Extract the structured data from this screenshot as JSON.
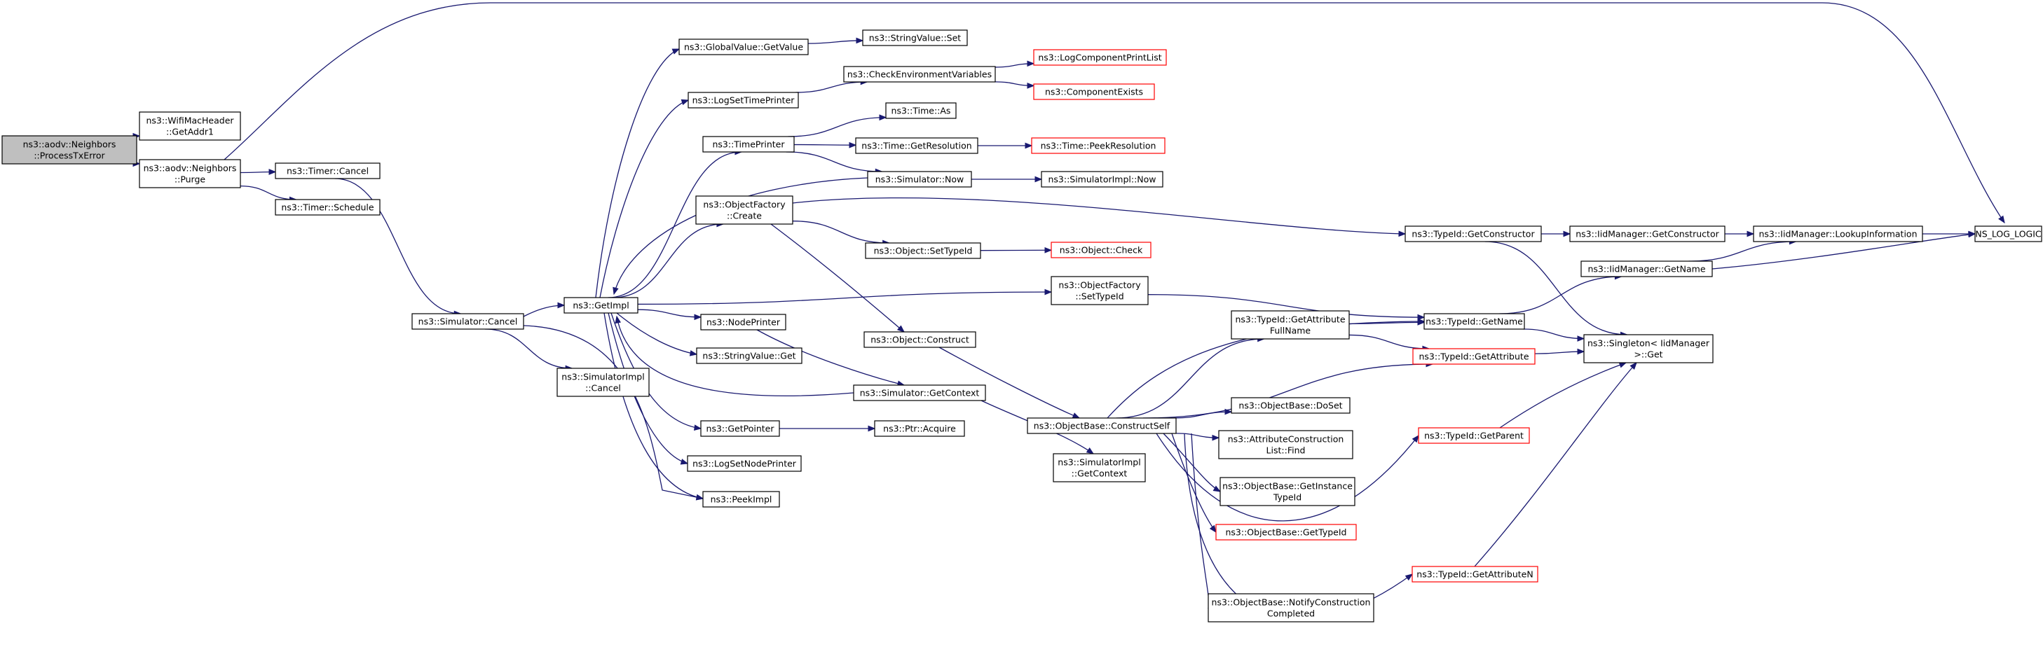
{
  "title": "ns3::aodv::Neighbors::ProcessTxError",
  "colors": {
    "edge": "#191970",
    "node_border": "#000000",
    "incomplete_border": "#ff0000",
    "root_fill": "#bfbfbf",
    "node_fill": "#ffffff"
  },
  "nodes": [
    {
      "id": "process",
      "lines": [
        "ns3::aodv::Neighbors",
        "::ProcessTxError"
      ],
      "style": "root"
    },
    {
      "id": "getaddr1",
      "lines": [
        "ns3::WifiMacHeader",
        "::GetAddr1"
      ],
      "style": "normal"
    },
    {
      "id": "purge",
      "lines": [
        "ns3::aodv::Neighbors",
        "::Purge"
      ],
      "style": "normal"
    },
    {
      "id": "timercancel",
      "lines": [
        "ns3::Timer::Cancel"
      ],
      "style": "normal"
    },
    {
      "id": "timerschedule",
      "lines": [
        "ns3::Timer::Schedule"
      ],
      "style": "normal"
    },
    {
      "id": "simcancel",
      "lines": [
        "ns3::Simulator::Cancel"
      ],
      "style": "normal"
    },
    {
      "id": "simimplcancel",
      "lines": [
        "ns3::SimulatorImpl",
        "::Cancel"
      ],
      "style": "normal"
    },
    {
      "id": "getimpl",
      "lines": [
        "ns3::GetImpl"
      ],
      "style": "normal"
    },
    {
      "id": "globalvalue",
      "lines": [
        "ns3::GlobalValue::GetValue"
      ],
      "style": "normal"
    },
    {
      "id": "strvalset",
      "lines": [
        "ns3::StringValue::Set"
      ],
      "style": "normal"
    },
    {
      "id": "logsettime",
      "lines": [
        "ns3::LogSetTimePrinter"
      ],
      "style": "normal"
    },
    {
      "id": "checkenv",
      "lines": [
        "ns3::CheckEnvironmentVariables"
      ],
      "style": "normal"
    },
    {
      "id": "logcomplist",
      "lines": [
        "ns3::LogComponentPrintList"
      ],
      "style": "red"
    },
    {
      "id": "compexists",
      "lines": [
        "ns3::ComponentExists"
      ],
      "style": "red"
    },
    {
      "id": "timeprinter",
      "lines": [
        "ns3::TimePrinter"
      ],
      "style": "normal"
    },
    {
      "id": "timeas",
      "lines": [
        "ns3::Time::As"
      ],
      "style": "normal"
    },
    {
      "id": "timegetres",
      "lines": [
        "ns3::Time::GetResolution"
      ],
      "style": "normal"
    },
    {
      "id": "timepeekres",
      "lines": [
        "ns3::Time::PeekResolution"
      ],
      "style": "red"
    },
    {
      "id": "simnow",
      "lines": [
        "ns3::Simulator::Now"
      ],
      "style": "normal"
    },
    {
      "id": "simimplnow",
      "lines": [
        "ns3::SimulatorImpl::Now"
      ],
      "style": "normal"
    },
    {
      "id": "objfactcreate",
      "lines": [
        "ns3::ObjectFactory",
        "::Create"
      ],
      "style": "normal"
    },
    {
      "id": "objsettypeid",
      "lines": [
        "ns3::Object::SetTypeId"
      ],
      "style": "normal"
    },
    {
      "id": "objcheck",
      "lines": [
        "ns3::Object::Check"
      ],
      "style": "red"
    },
    {
      "id": "typeidgetctor",
      "lines": [
        "ns3::TypeId::GetConstructor"
      ],
      "style": "normal"
    },
    {
      "id": "iidgetctor",
      "lines": [
        "ns3::IidManager::GetConstructor"
      ],
      "style": "normal"
    },
    {
      "id": "iidlookup",
      "lines": [
        "ns3::IidManager::LookupInformation"
      ],
      "style": "normal"
    },
    {
      "id": "nslog",
      "lines": [
        "NS_LOG_LOGIC"
      ],
      "style": "normal"
    },
    {
      "id": "objfactsettypeid",
      "lines": [
        "ns3::ObjectFactory",
        "::SetTypeId"
      ],
      "style": "normal"
    },
    {
      "id": "typeidgetname",
      "lines": [
        "ns3::TypeId::GetName"
      ],
      "style": "normal"
    },
    {
      "id": "iidgetname",
      "lines": [
        "ns3::IidManager::GetName"
      ],
      "style": "normal"
    },
    {
      "id": "nodeprinter",
      "lines": [
        "ns3::NodePrinter"
      ],
      "style": "normal"
    },
    {
      "id": "strvalget",
      "lines": [
        "ns3::StringValue::Get"
      ],
      "style": "normal"
    },
    {
      "id": "objconstruct",
      "lines": [
        "ns3::Object::Construct"
      ],
      "style": "normal"
    },
    {
      "id": "typeidgetattrfull",
      "lines": [
        "ns3::TypeId::GetAttribute",
        "FullName"
      ],
      "style": "normal"
    },
    {
      "id": "typeidgetattr",
      "lines": [
        "ns3::TypeId::GetAttribute"
      ],
      "style": "red"
    },
    {
      "id": "singleton",
      "lines": [
        "ns3::Singleton< IidManager",
        ">::Get"
      ],
      "style": "normal"
    },
    {
      "id": "simgetctx",
      "lines": [
        "ns3::Simulator::GetContext"
      ],
      "style": "normal"
    },
    {
      "id": "objbasedoset",
      "lines": [
        "ns3::ObjectBase::DoSet"
      ],
      "style": "normal"
    },
    {
      "id": "getpointer",
      "lines": [
        "ns3::GetPointer"
      ],
      "style": "normal"
    },
    {
      "id": "ptracquire",
      "lines": [
        "ns3::Ptr::Acquire"
      ],
      "style": "normal"
    },
    {
      "id": "objbaseconstructself",
      "lines": [
        "ns3::ObjectBase::ConstructSelf"
      ],
      "style": "normal"
    },
    {
      "id": "typeidgetparent",
      "lines": [
        "ns3::TypeId::GetParent"
      ],
      "style": "red"
    },
    {
      "id": "attrconstructfind",
      "lines": [
        "ns3::AttributeConstruction",
        "List::Find"
      ],
      "style": "normal"
    },
    {
      "id": "simimplgetctx",
      "lines": [
        "ns3::SimulatorImpl",
        "::GetContext"
      ],
      "style": "normal"
    },
    {
      "id": "logsetnode",
      "lines": [
        "ns3::LogSetNodePrinter"
      ],
      "style": "normal"
    },
    {
      "id": "objbasegetinst",
      "lines": [
        "ns3::ObjectBase::GetInstance",
        "TypeId"
      ],
      "style": "normal"
    },
    {
      "id": "peekimpl",
      "lines": [
        "ns3::PeekImpl"
      ],
      "style": "normal"
    },
    {
      "id": "objbasegettypeid",
      "lines": [
        "ns3::ObjectBase::GetTypeId"
      ],
      "style": "red"
    },
    {
      "id": "typeidgetattrn",
      "lines": [
        "ns3::TypeId::GetAttributeN"
      ],
      "style": "red"
    },
    {
      "id": "objbasenotify",
      "lines": [
        "ns3::ObjectBase::NotifyConstruction",
        "Completed"
      ],
      "style": "normal"
    }
  ],
  "edges": [
    [
      "process",
      "getaddr1"
    ],
    [
      "process",
      "purge"
    ],
    [
      "purge",
      "nslog"
    ],
    [
      "purge",
      "timercancel"
    ],
    [
      "purge",
      "timerschedule"
    ],
    [
      "timercancel",
      "simcancel"
    ],
    [
      "simcancel",
      "getimpl"
    ],
    [
      "simcancel",
      "simimplcancel"
    ],
    [
      "simcancel",
      "peekimpl"
    ],
    [
      "getimpl",
      "globalvalue"
    ],
    [
      "getimpl",
      "logsettime"
    ],
    [
      "getimpl",
      "timeprinter"
    ],
    [
      "getimpl",
      "objfactcreate"
    ],
    [
      "getimpl",
      "objfactsettypeid"
    ],
    [
      "getimpl",
      "nodeprinter"
    ],
    [
      "getimpl",
      "strvalget"
    ],
    [
      "getimpl",
      "getpointer"
    ],
    [
      "getimpl",
      "logsetnode"
    ],
    [
      "getimpl",
      "peekimpl"
    ],
    [
      "globalvalue",
      "strvalset"
    ],
    [
      "logsettime",
      "checkenv"
    ],
    [
      "checkenv",
      "logcomplist"
    ],
    [
      "checkenv",
      "compexists"
    ],
    [
      "timeprinter",
      "timeas"
    ],
    [
      "timeprinter",
      "timegetres"
    ],
    [
      "timeprinter",
      "simnow"
    ],
    [
      "timegetres",
      "timepeekres"
    ],
    [
      "simnow",
      "getimpl"
    ],
    [
      "simnow",
      "simimplnow"
    ],
    [
      "objfactcreate",
      "typeidgetctor"
    ],
    [
      "objfactcreate",
      "objsettypeid"
    ],
    [
      "objfactcreate",
      "objconstruct"
    ],
    [
      "objsettypeid",
      "objcheck"
    ],
    [
      "typeidgetctor",
      "iidgetctor"
    ],
    [
      "typeidgetctor",
      "singleton"
    ],
    [
      "iidgetctor",
      "iidlookup"
    ],
    [
      "iidlookup",
      "nslog"
    ],
    [
      "objfactsettypeid",
      "typeidgetname"
    ],
    [
      "typeidgetname",
      "iidgetname"
    ],
    [
      "typeidgetname",
      "singleton"
    ],
    [
      "iidgetname",
      "iidlookup"
    ],
    [
      "iidgetname",
      "nslog"
    ],
    [
      "nodeprinter",
      "simgetctx"
    ],
    [
      "simgetctx",
      "getimpl"
    ],
    [
      "simgetctx",
      "simimplgetctx"
    ],
    [
      "objconstruct",
      "objbaseconstructself"
    ],
    [
      "objbaseconstructself",
      "typeidgetname"
    ],
    [
      "objbaseconstructself",
      "typeidgetattrfull"
    ],
    [
      "objbaseconstructself",
      "typeidgetattr"
    ],
    [
      "objbaseconstructself",
      "objbasedoset"
    ],
    [
      "objbaseconstructself",
      "attrconstructfind"
    ],
    [
      "objbaseconstructself",
      "objbasegetinst"
    ],
    [
      "objbaseconstructself",
      "objbasegettypeid"
    ],
    [
      "objbaseconstructself",
      "typeidgetparent"
    ],
    [
      "objbaseconstructself",
      "objbasenotify"
    ],
    [
      "objbaseconstructself",
      "typeidgetattrn"
    ],
    [
      "typeidgetattrfull",
      "typeidgetname"
    ],
    [
      "typeidgetattrfull",
      "typeidgetattr"
    ],
    [
      "typeidgetattr",
      "singleton"
    ],
    [
      "typeidgetparent",
      "singleton"
    ],
    [
      "typeidgetattrn",
      "singleton"
    ],
    [
      "getpointer",
      "ptracquire"
    ]
  ]
}
